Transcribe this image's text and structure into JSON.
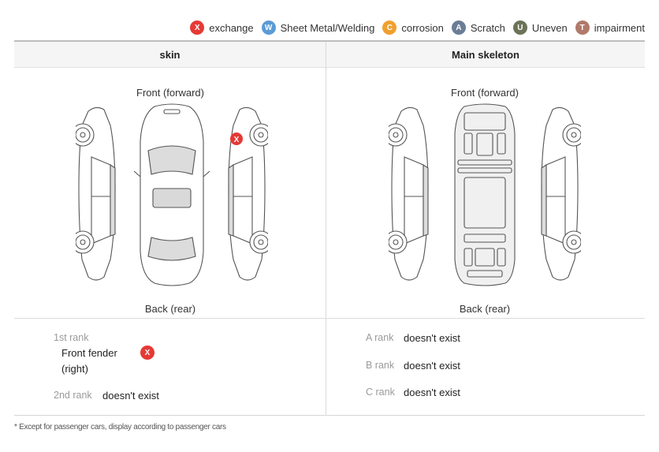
{
  "legend": [
    {
      "symbol": "X",
      "label": "exchange",
      "color": "#e53935",
      "name": "legend-exchange"
    },
    {
      "symbol": "W",
      "label": "Sheet Metal/Welding",
      "color": "#5b9bd5",
      "name": "legend-sheet-metal-welding"
    },
    {
      "symbol": "C",
      "label": "corrosion",
      "color": "#f0a030",
      "name": "legend-corrosion"
    },
    {
      "symbol": "A",
      "label": "Scratch",
      "color": "#6b7d96",
      "name": "legend-scratch"
    },
    {
      "symbol": "U",
      "label": "Uneven",
      "color": "#6b7358",
      "name": "legend-uneven"
    },
    {
      "symbol": "T",
      "label": "impairment",
      "color": "#b07a6a",
      "name": "legend-impairment"
    }
  ],
  "headers": {
    "skin": "skin",
    "skeleton": "Main skeleton"
  },
  "skin": {
    "front_label": "Front (forward)",
    "back_label": "Back (rear)",
    "marker": {
      "symbol": "X",
      "part": "Front fender (right)",
      "type": "exchange"
    }
  },
  "skeleton": {
    "front_label": "Front (forward)",
    "back_label": "Back (rear)"
  },
  "skin_ranks": {
    "rank1_label": "1st rank",
    "rank1_items": [
      {
        "symbol": "X",
        "part_line1": "Front fender",
        "part_line2": "(right)"
      }
    ],
    "rank2_label": "2nd rank",
    "rank2_value": "doesn't exist"
  },
  "skeleton_ranks": [
    {
      "label": "A rank",
      "value": "doesn't exist"
    },
    {
      "label": "B rank",
      "value": "doesn't exist"
    },
    {
      "label": "C rank",
      "value": "doesn't exist"
    }
  ],
  "footnote": "* Except for passenger cars, display according to passenger cars"
}
